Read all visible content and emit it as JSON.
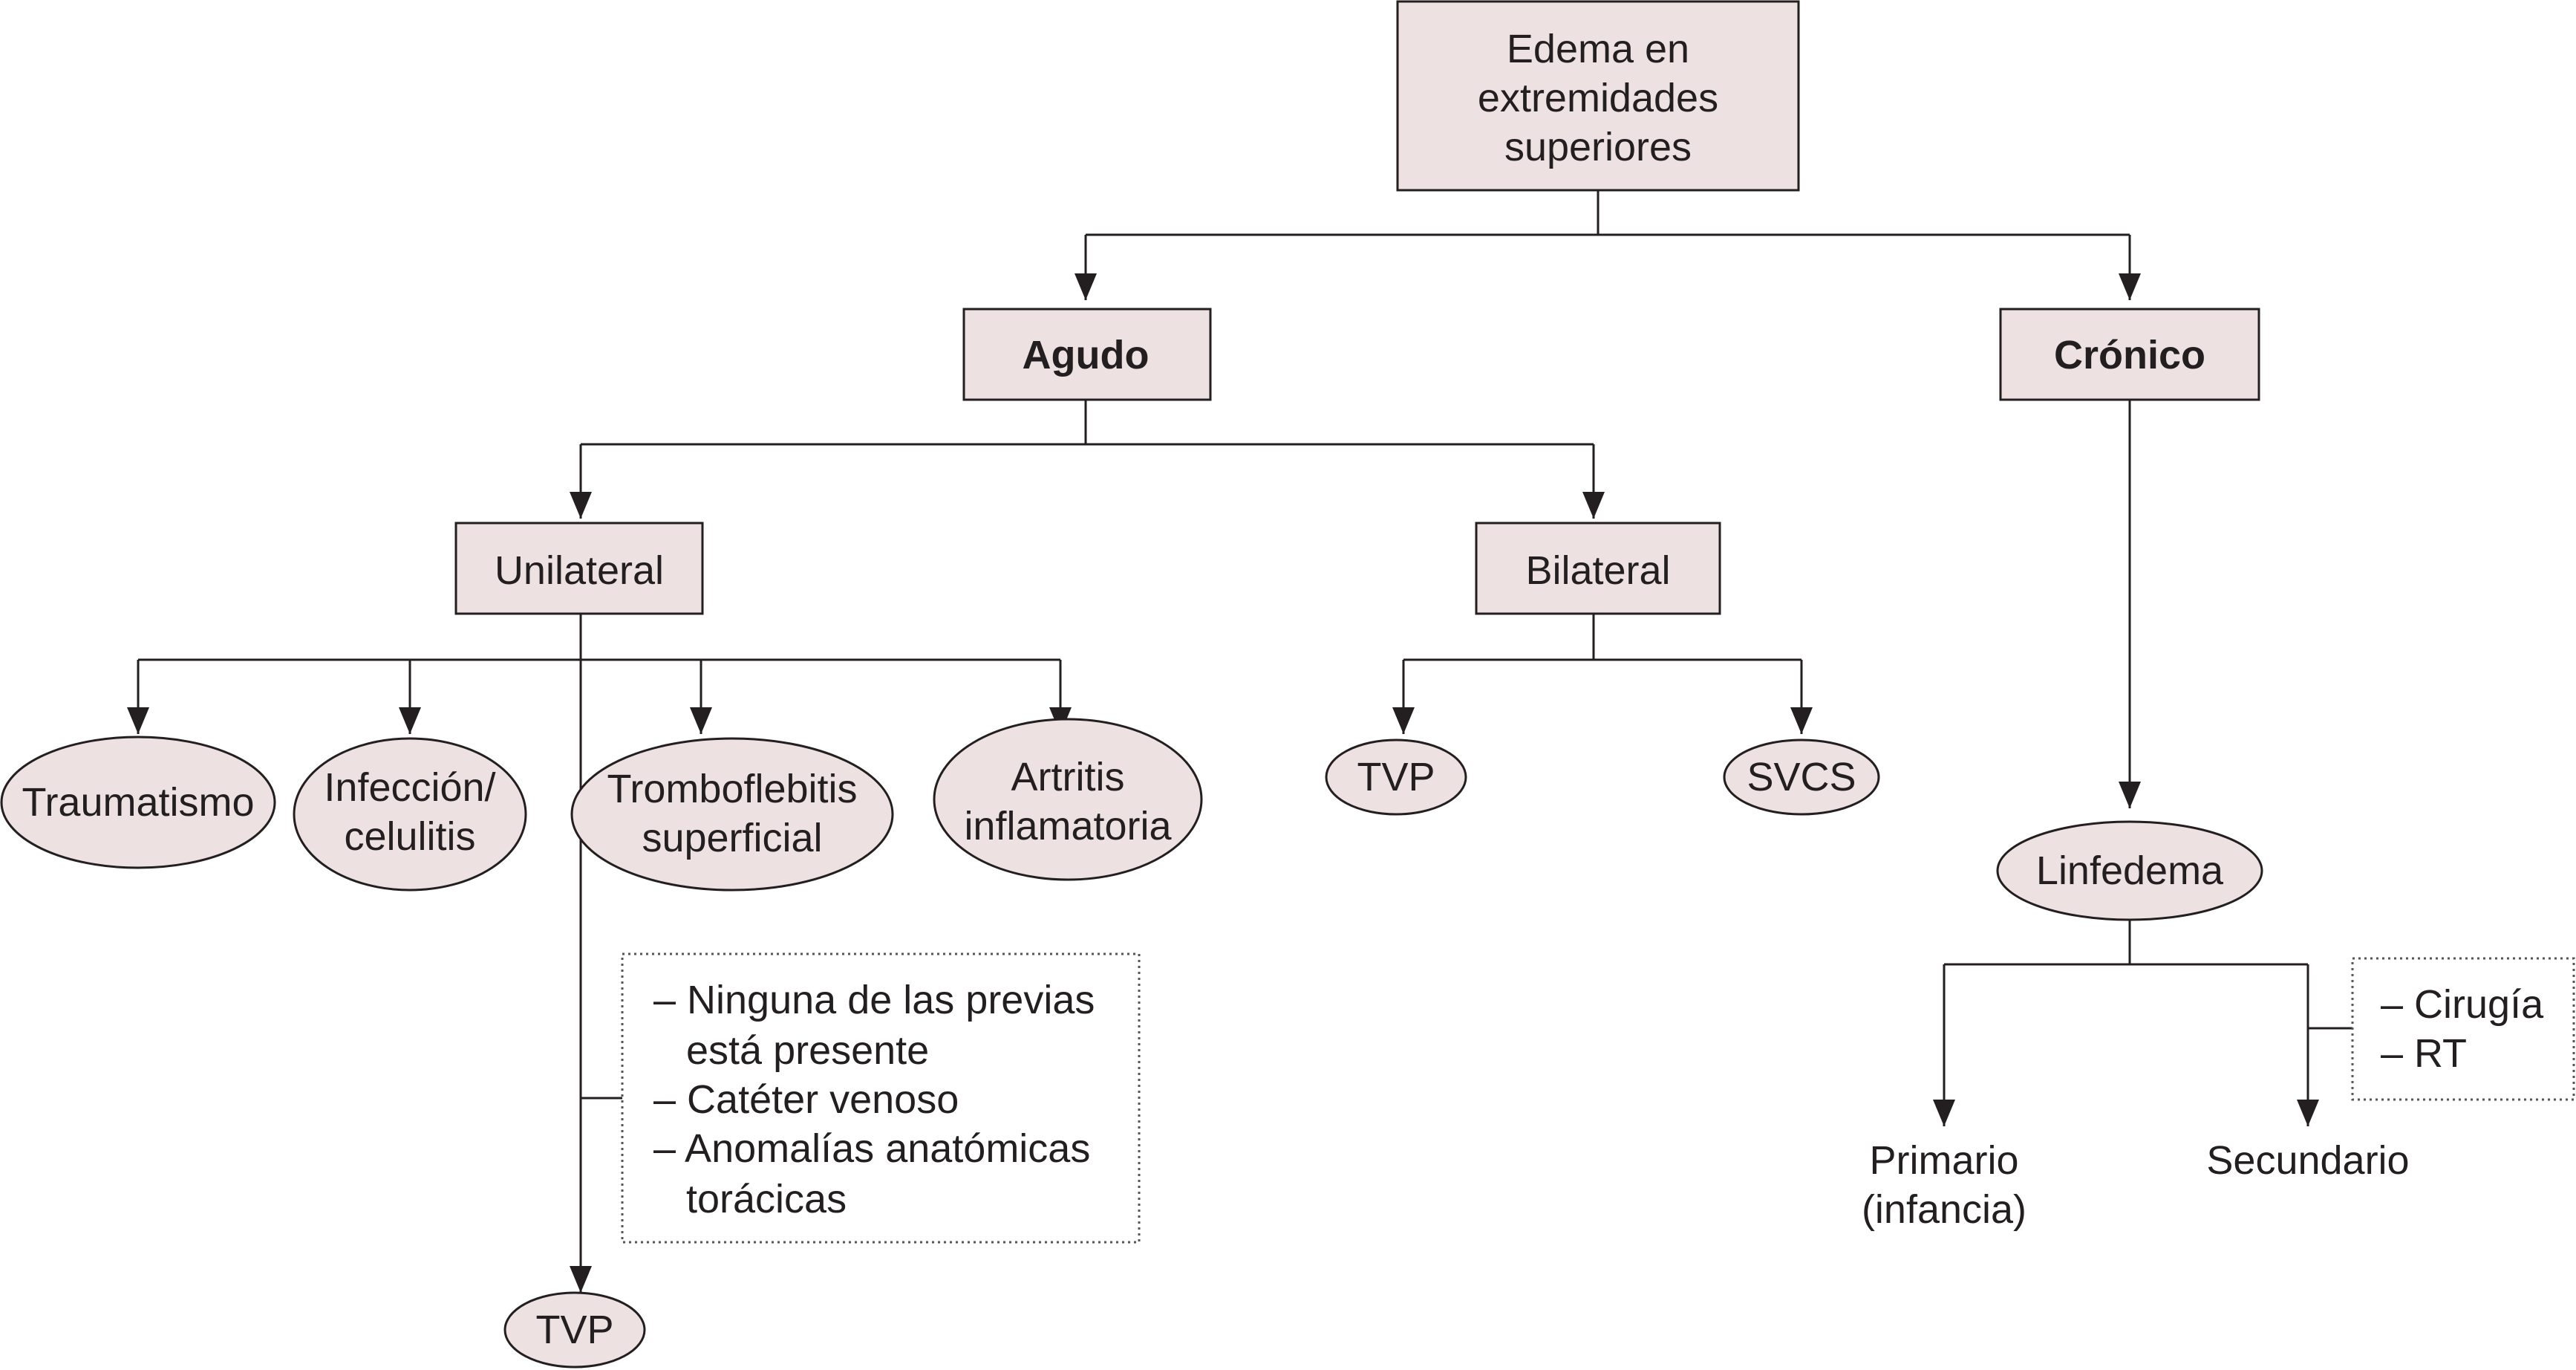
{
  "nodes": {
    "root": [
      "Edema en",
      "extremidades",
      "superiores"
    ],
    "acute": "Agudo",
    "chronic": "Crónico",
    "unilateral": "Unilateral",
    "bilateral": "Bilateral",
    "trauma": "Traumatismo",
    "infection": [
      "Infección/",
      "celulitis"
    ],
    "thrombophlebitis": [
      "Tromboflebitis",
      "superficial"
    ],
    "arthritis": [
      "Artritis",
      "inflamatoria"
    ],
    "tvp_bilateral": "TVP",
    "svcs": "SVCS",
    "tvp_unilateral": "TVP",
    "lymphedema": "Linfedema",
    "primary": [
      "Primario",
      "(infancia)"
    ],
    "secondary": "Secundario"
  },
  "notes": {
    "unilateral_criteria": [
      "– Ninguna de las previas",
      "está presente",
      "– Catéter venoso",
      "– Anomalías anatómicas",
      "torácicas"
    ],
    "secondary_causes": [
      "– Cirugía",
      "– RT"
    ]
  },
  "colors": {
    "node_fill": "#eee1e1",
    "stroke": "#231f20",
    "note_border": "#555555"
  }
}
